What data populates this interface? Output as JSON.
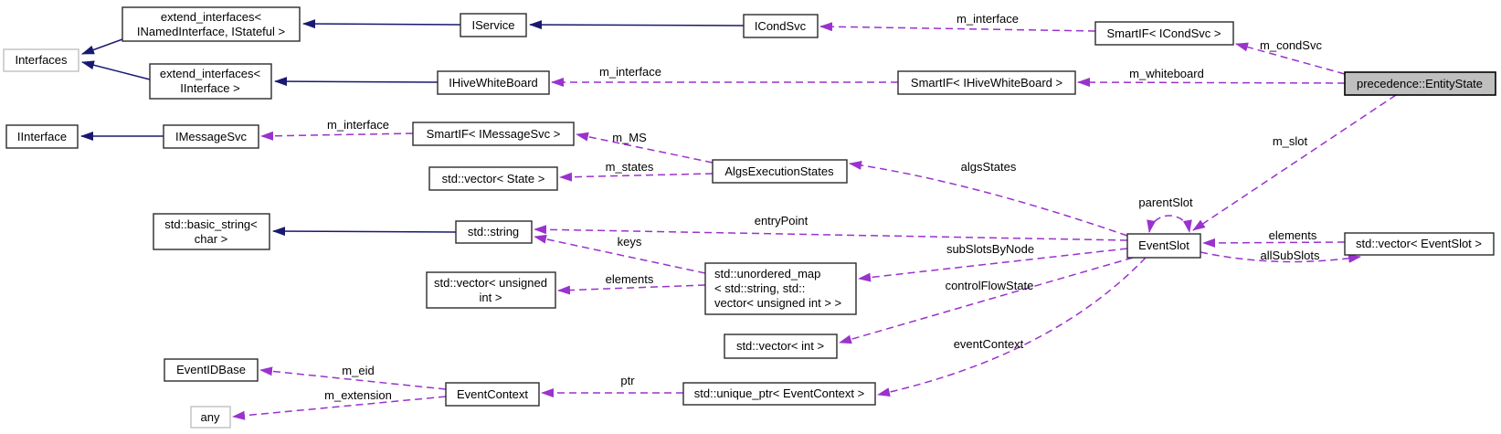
{
  "colors": {
    "inheritance": "#191970",
    "usage": "#9a32cd",
    "node-fill": "#ffffff",
    "node-border": "#2b2b2b",
    "external-border": "#c0c0c0",
    "highlight-fill": "#bfbfbf",
    "text": "#000000",
    "page-bg": "#ffffff"
  },
  "nodes": {
    "interfaces": {
      "label": "Interfaces"
    },
    "extend_interfaces_named": {
      "lines": [
        "extend_interfaces<",
        "INamedInterface, IStateful >"
      ]
    },
    "iservice": {
      "label": "IService"
    },
    "icondsvc": {
      "label": "ICondSvc"
    },
    "smartif_icondsvc": {
      "label": "SmartIF< ICondSvc >"
    },
    "entity_state": {
      "label": "precedence::EntityState"
    },
    "extend_interfaces_iinterface": {
      "lines": [
        "extend_interfaces<",
        "IInterface >"
      ]
    },
    "ihivewhiteboard": {
      "label": "IHiveWhiteBoard"
    },
    "smartif_ihivewhiteboard": {
      "label": "SmartIF< IHiveWhiteBoard >"
    },
    "iinterface": {
      "label": "IInterface"
    },
    "imessagesvc": {
      "label": "IMessageSvc"
    },
    "smartif_imessagesvc": {
      "label": "SmartIF< IMessageSvc >"
    },
    "vector_state": {
      "label": "std::vector< State >"
    },
    "algs_execution_states": {
      "label": "AlgsExecutionStates"
    },
    "basic_string": {
      "lines": [
        "std::basic_string<",
        "char >"
      ]
    },
    "std_string": {
      "label": "std::string"
    },
    "unordered_map": {
      "lines": [
        "std::unordered_map",
        "< std::string, std::",
        "vector< unsigned int > >"
      ]
    },
    "vector_unsigned_int": {
      "lines": [
        "std::vector< unsigned",
        "int >"
      ]
    },
    "event_slot": {
      "label": "EventSlot"
    },
    "vector_event_slot": {
      "label": "std::vector< EventSlot >"
    },
    "vector_int": {
      "label": "std::vector< int >"
    },
    "event_id_base": {
      "label": "EventIDBase"
    },
    "event_context": {
      "label": "EventContext"
    },
    "unique_ptr_event_context": {
      "label": "std::unique_ptr< EventContext >"
    },
    "any": {
      "label": "any"
    }
  },
  "edge_labels": {
    "m_interface_condsvc": "m_interface",
    "m_condsvc": "m_condSvc",
    "m_interface_whiteboard": "m_interface",
    "m_whiteboard": "m_whiteboard",
    "m_interface_messagesvc": "m_interface",
    "m_ms": "m_MS",
    "m_states": "m_states",
    "algs_states": "algsStates",
    "m_slot": "m_slot",
    "entry_point": "entryPoint",
    "keys": "keys",
    "sub_slots_by_node": "subSlotsByNode",
    "parent_slot": "parentSlot",
    "elements_unsigned": "elements",
    "elements_slots": "elements",
    "all_sub_slots": "allSubSlots",
    "control_flow_state": "controlFlowState",
    "event_context": "eventContext",
    "m_eid": "m_eid",
    "m_extension": "m_extension",
    "ptr": "ptr"
  }
}
